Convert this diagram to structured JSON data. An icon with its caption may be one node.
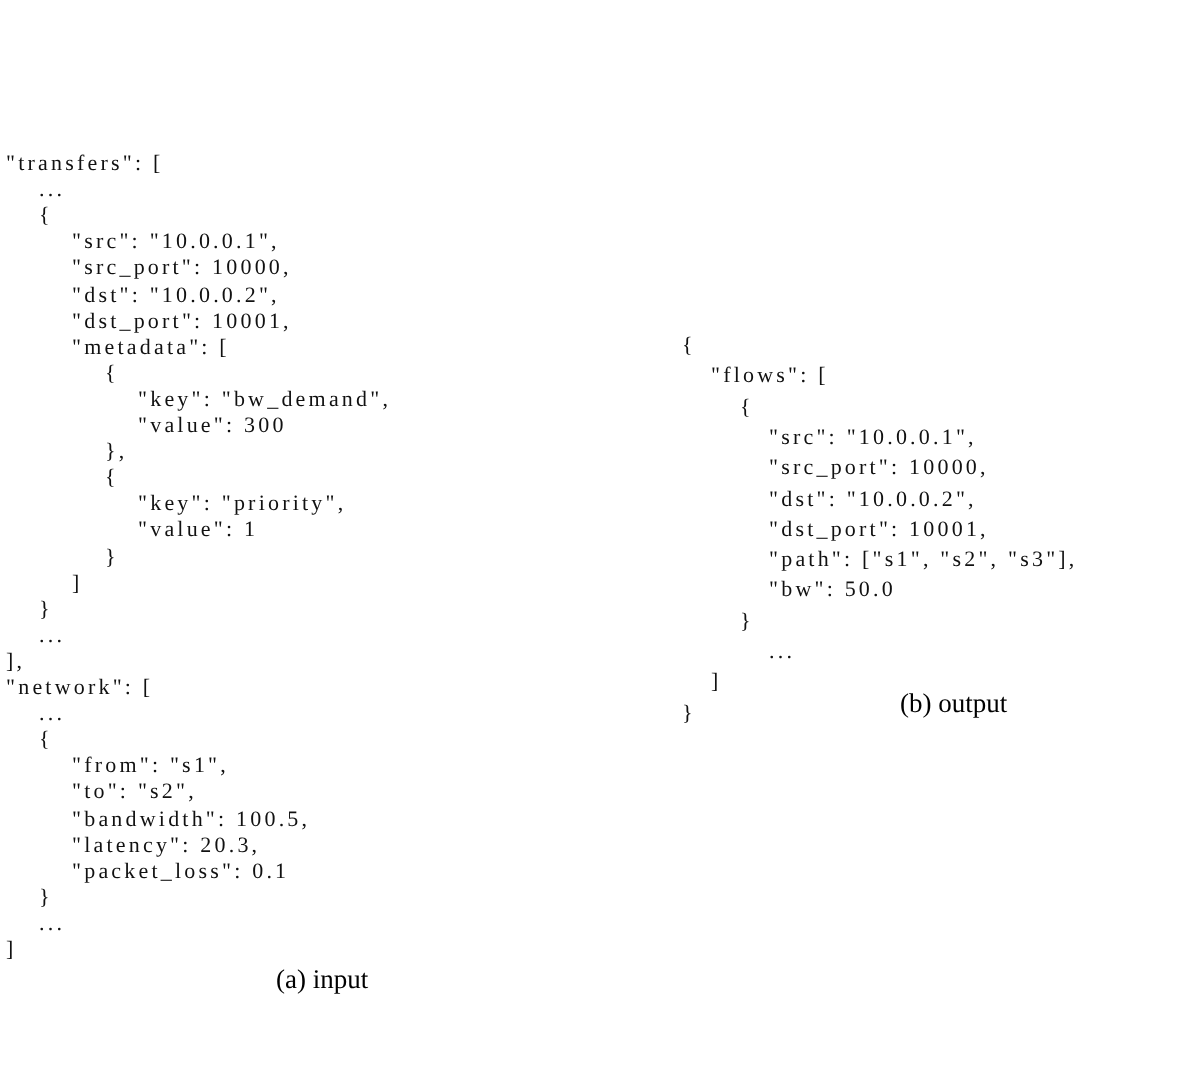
{
  "diagram": {
    "labels": [
      "\"transfers\": [",
      "...",
      "{",
      "\"src\": \"10.0.0.1\",",
      "\"src_port\": 10000,",
      "\"dst\": \"10.0.0.2\",",
      "\"dst_port\": 10001,",
      "\"metadata\": [",
      "{",
      "\"key\": \"bw_demand\",",
      "\"value\": 300",
      "},",
      "{",
      "\"key\": \"priority\",",
      "\"value\": 1",
      "}",
      "]",
      "}",
      "...",
      "],",
      "\"network\": [",
      "...",
      "{",
      "\"from\": \"s1\",",
      "\"to\": \"s2\",",
      "\"bandwidth\": 100.5,",
      "\"latency\": 20.3,",
      "\"packet_loss\": 0.1",
      "}",
      "...",
      "]",
      "(a) input",
      "{",
      "\"flows\": [",
      "{",
      "\"src\": \"10.0.0.1\",",
      "\"src_port\": 10000,",
      "\"dst\": \"10.0.0.2\",",
      "\"dst_port\": 10001,",
      "\"path\": [\"s1\", \"s2\", \"s3\"],",
      "\"bw\": 50.0",
      "}",
      "...",
      "]",
      "}",
      "(b) output"
    ]
  }
}
